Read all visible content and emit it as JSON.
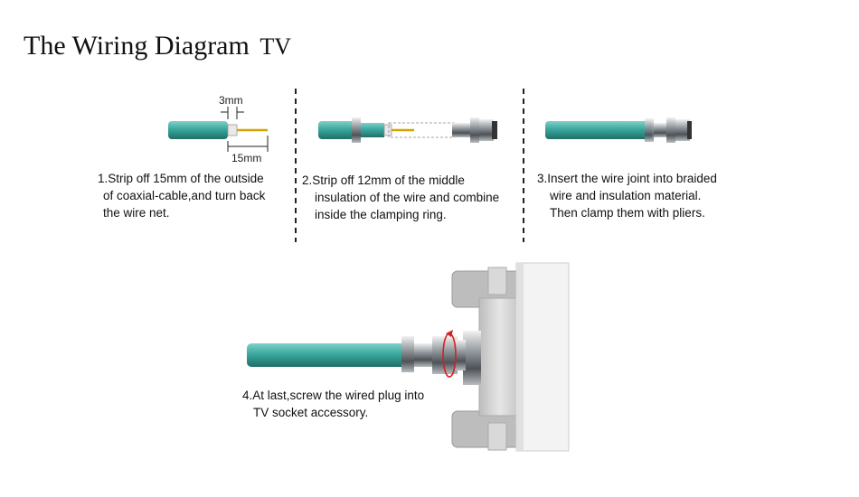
{
  "title": {
    "main": "The Wiring Diagram",
    "suffix": "TV"
  },
  "dimensions": {
    "strip_short": "3mm",
    "strip_long": "15mm"
  },
  "steps": [
    {
      "lines": [
        "1.Strip off 15mm of the outside",
        "of coaxial-cable,and turn back",
        "the wire net."
      ]
    },
    {
      "lines": [
        "2.Strip off 12mm of the middle",
        "insulation of the wire and combine",
        "inside the clamping ring."
      ]
    },
    {
      "lines": [
        "3.Insert the wire joint into braided",
        "wire and insulation material.",
        "Then clamp them with pliers."
      ]
    },
    {
      "lines": [
        "4.At last,screw the wired plug into",
        "TV socket accessory."
      ]
    }
  ],
  "colors": {
    "cable": "#3aa89e",
    "cable_dark": "#1f6f68",
    "metal": "#8a8f94",
    "wire": "#d4a300",
    "socket": "#cfcfcf"
  }
}
